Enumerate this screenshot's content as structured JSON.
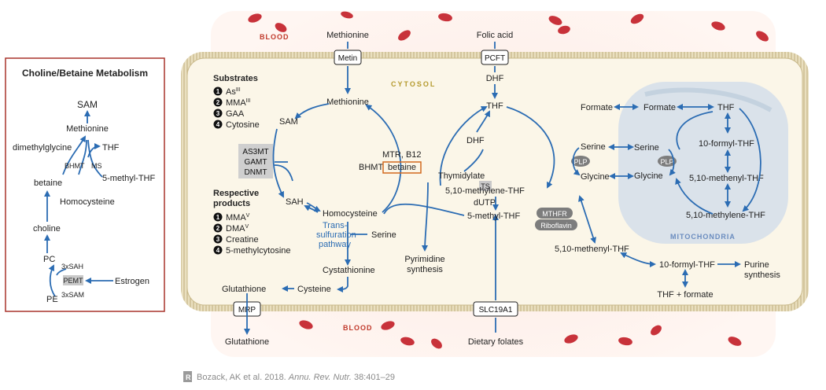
{
  "choline_panel": {
    "title": "Choline/Betaine Metabolism",
    "sam": "SAM",
    "methionine": "Methionine",
    "dimethylglycine": "dimethylglycine",
    "thf": "THF",
    "bhmt": "BHMT",
    "ms": "MS",
    "methyl_thf": "5-methyl-THF",
    "betaine": "betaine",
    "homocysteine": "Homocysteine",
    "choline": "choline",
    "pc": "PC",
    "pe": "PE",
    "sah3": "3xSAH",
    "sam3": "3xSAM",
    "pemt": "PEMT",
    "estrogen": "Estrogen"
  },
  "blood_label": "BLOOD",
  "cytosol_label": "CYTOSOL",
  "mitochondria_label": "MITOCHONDRIA",
  "transporters": {
    "metin": "Metin",
    "pcft": "PCFT",
    "mrp": "MRP",
    "slc19a1": "SLC19A1"
  },
  "external": {
    "methionine": "Methionine",
    "folic_acid": "Folic acid",
    "glutathione": "Glutathione",
    "dietary_folates": "Dietary folates"
  },
  "substrates": {
    "heading": "Substrates",
    "items": [
      {
        "num": "1",
        "text": "As",
        "sup": "III"
      },
      {
        "num": "2",
        "text": "MMA",
        "sup": "III"
      },
      {
        "num": "3",
        "text": "GAA",
        "sup": ""
      },
      {
        "num": "4",
        "text": "Cytosine",
        "sup": ""
      }
    ]
  },
  "enzymes_gray": [
    "AS3MT",
    "GAMT",
    "DNMT"
  ],
  "products": {
    "heading1": "Respective",
    "heading2": "products",
    "items": [
      {
        "num": "1",
        "text": "MMA",
        "sup": "V"
      },
      {
        "num": "2",
        "text": "DMA",
        "sup": "V"
      },
      {
        "num": "3",
        "text": "Creatine",
        "sup": ""
      },
      {
        "num": "4",
        "text": "5-methylcytosine",
        "sup": ""
      }
    ]
  },
  "cycle": {
    "methionine": "Methionine",
    "sam": "SAM",
    "sah": "SAH",
    "homocysteine": "Homocysteine",
    "mtr_b12": "MTR, B12",
    "bhmt": "BHMT",
    "betaine": "betaine",
    "trans1": "Trans-",
    "trans2": "sulfuration",
    "trans3": "pathway",
    "serine": "Serine",
    "cystathionine": "Cystathionine",
    "cysteine": "Cysteine",
    "glutathione": "Glutathione"
  },
  "folate": {
    "dhf_top": "DHF",
    "thf": "THF",
    "dhf": "DHF",
    "thymidylate": "Thymidylate",
    "ts": "TS",
    "dutp": "dUTP",
    "pyr1": "Pyrimidine",
    "pyr2": "synthesis",
    "methyl_thf": "5-methyl-THF",
    "mthfr": "MTHFR",
    "riboflavin": "Riboflavin",
    "methylene": "5,10-methylene-THF",
    "methenyl": "5,10-methenyl-THF",
    "formyl": "10-formyl-THF",
    "purine1": "Purine",
    "purine2": "synthesis",
    "thf_formate": "THF + formate",
    "formate": "Formate",
    "serine": "Serine",
    "glycine": "Glycine",
    "plp": "PLP"
  },
  "mito": {
    "formate": "Formate",
    "thf": "THF",
    "formyl": "10-formyl-THF",
    "serine": "Serine",
    "glycine": "Glycine",
    "plp": "PLP",
    "methenyl": "5,10-methenyl-THF",
    "methylene": "5,10-methylene-THF"
  },
  "citation": {
    "text": "Bozack, AK et al. 2018. ",
    "journal": "Annu. Rev. Nutr.",
    "pages": " 38:401–29"
  },
  "colors": {
    "arrow": "#2b6cb3",
    "panel_border": "#a8342c",
    "cell_fill": "#fbf6e8",
    "membrane": "#c9b98a",
    "mito_fill": "#d6e0ea",
    "blood_bg": "#fbe3dc",
    "rbc": "#c8323a",
    "betaine_box": "#d2691e"
  }
}
